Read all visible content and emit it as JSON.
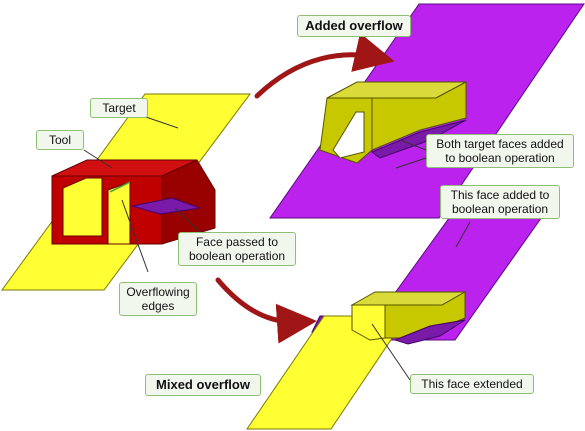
{
  "colors": {
    "yellow_face": "#ffff33",
    "yellow_side": "#c8c800",
    "yellow_top": "#dada3a",
    "purple_face": "#bb22ee",
    "purple_dark": "#7a1aa8",
    "red_tool": "#cc0000",
    "red_dark": "#990000",
    "arrow_red": "#a01515",
    "callout_border": "#8fbf73",
    "callout_fill": "#f2f7ee"
  },
  "labels": {
    "target": "Target",
    "tool": "Tool",
    "face_passed": [
      "Face passed to",
      "boolean operation"
    ],
    "overflowing_edges": [
      "Overflowing",
      "edges"
    ],
    "added_overflow": "Added overflow",
    "both_target_faces": [
      "Both target faces added",
      "to boolean operation"
    ],
    "this_face_added": [
      "This face added to",
      "boolean operation"
    ],
    "mixed_overflow": "Mixed overflow",
    "this_face_extended": "This face extended"
  }
}
